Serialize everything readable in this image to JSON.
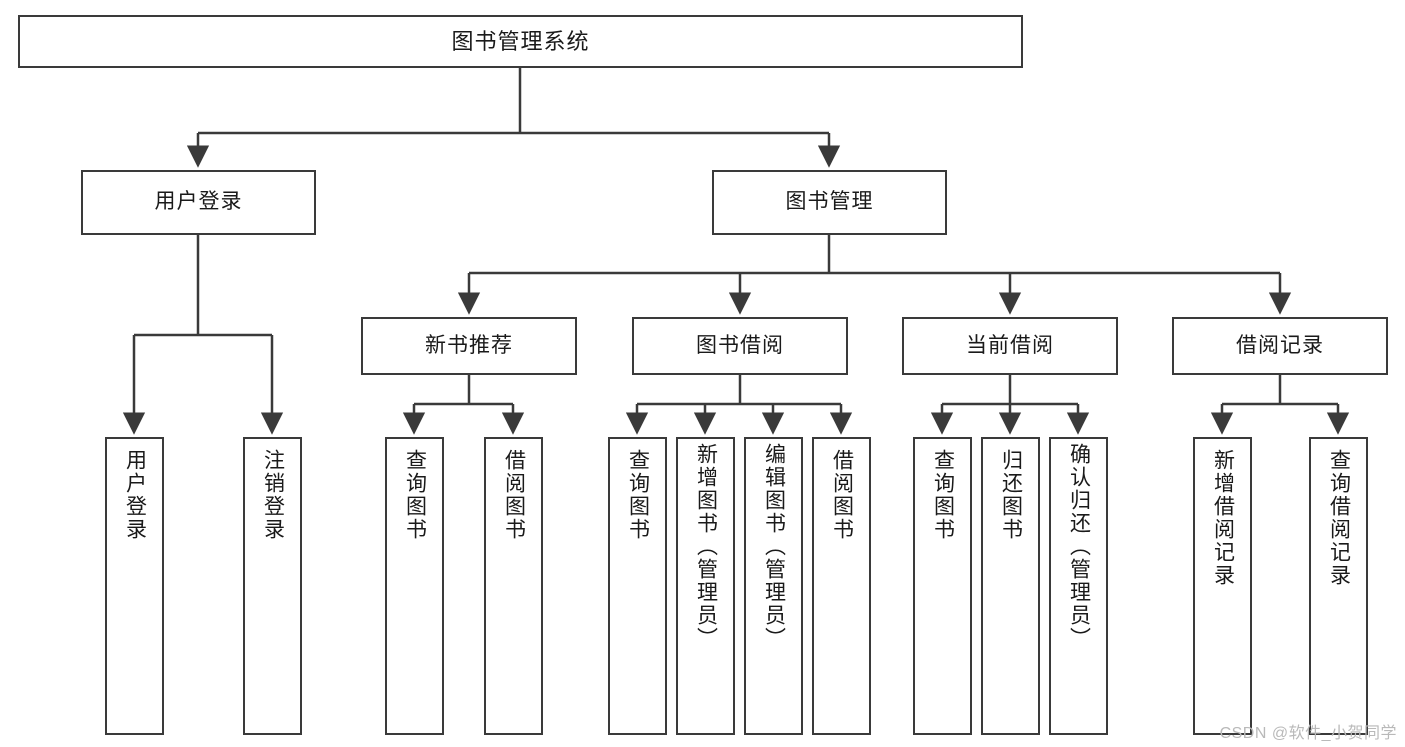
{
  "diagram": {
    "type": "tree",
    "title": "图书管理系统",
    "watermark": "CSDN @软件_小贺同学",
    "colors": {
      "box_border": "#3a3a3a",
      "box_fill": "#ffffff",
      "edge": "#3a3a3a",
      "text": "#1a1a1a",
      "watermark": "#b9b9b9"
    },
    "nodes": {
      "root": {
        "label": "图书管理系统"
      },
      "level2": [
        {
          "label": "用户登录"
        },
        {
          "label": "图书管理"
        }
      ],
      "level3": [
        {
          "label": "新书推荐"
        },
        {
          "label": "图书借阅"
        },
        {
          "label": "当前借阅"
        },
        {
          "label": "借阅记录"
        }
      ],
      "leaves": {
        "user_login": [
          {
            "label": "用户登录"
          },
          {
            "label": "注销登录"
          }
        ],
        "new_book": [
          {
            "label": "查询图书"
          },
          {
            "label": "借阅图书"
          }
        ],
        "book_borrow": [
          {
            "label": "查询图书"
          },
          {
            "label": "新增图书（管理员）"
          },
          {
            "label": "编辑图书（管理员）"
          },
          {
            "label": "借阅图书"
          }
        ],
        "current_borrow": [
          {
            "label": "查询图书"
          },
          {
            "label": "归还图书"
          },
          {
            "label": "确认归还（管理员）"
          }
        ],
        "borrow_record": [
          {
            "label": "新增借阅记录"
          },
          {
            "label": "查询借阅记录"
          }
        ]
      }
    }
  }
}
